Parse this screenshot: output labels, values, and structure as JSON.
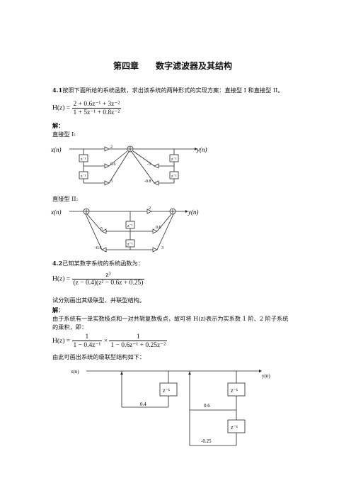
{
  "chapter_title": "第四章　　数字滤波器及其结构",
  "p41": {
    "num": "4.1",
    "text": "按照下面所给的系统函数，求出该系统的两种形式的实现方案：直接型 I 和直接型 II。",
    "hz": "H(z) =",
    "numerator": "2 + 0.6z⁻¹ + 3z⁻²",
    "denominator": "1 + 5z⁻¹ + 0.8z⁻²",
    "solution": "解：",
    "direct1": "直接型 I:",
    "direct2": "直接型 II:"
  },
  "diagram1": {
    "input": "x(n)",
    "output": "y(n)",
    "delay": "z⁻¹",
    "gains": [
      "2",
      "0.6",
      "3",
      "-5",
      "-0.8"
    ]
  },
  "diagram2": {
    "input": "x(n)",
    "output": "y(n)",
    "delay": "z⁻¹",
    "gains": [
      "2",
      "-5",
      "0.6",
      "-0.8",
      "3"
    ]
  },
  "p42": {
    "num": "4.2",
    "text": "已知某数字系统的系统函数为：",
    "hz": "H(z) =",
    "numerator": "z³",
    "denominator": "(z − 0.4)(z² − 0.6z + 0.25)",
    "task": "试分别画出其级联型、并联型结构。",
    "solution": "解：",
    "explain1": "由于系统有一单实数极点和一对共轭复数极点，故可将 H(z)表示为实系数 1 阶、2 阶子系统",
    "explain2": "的乘积，即：",
    "hz2": "H(z) =",
    "f1_num": "1",
    "f1_den": "1 − 0.4z⁻¹",
    "times": "×",
    "f2_num": "1",
    "f2_den": "1 − 0.6z⁻¹ + 0.25z⁻²",
    "conclusion": "由此可画出系统的级联型结构如下："
  },
  "diagram3": {
    "input": "x(n)",
    "output": "y(n)",
    "delay": "z⁻¹",
    "gains": [
      "0.4",
      "0.6",
      "-0.25"
    ]
  }
}
